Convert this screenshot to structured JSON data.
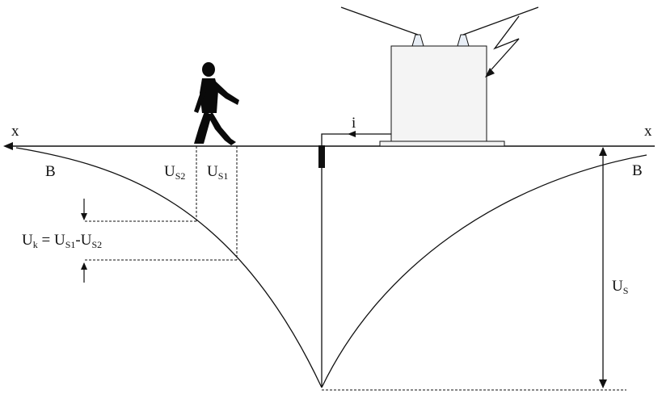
{
  "labels": {
    "axis_left": "x",
    "axis_right": "x",
    "point_left": "B",
    "point_right": "B",
    "current": "i",
    "us2": {
      "main": "U",
      "sub": "S2"
    },
    "us1": {
      "main": "U",
      "sub": "S1"
    },
    "uk": {
      "main": "U",
      "sub": "k",
      "eq": " = ",
      "term1_main": "U",
      "term1_sub": "S1",
      "dash": "-",
      "term2_main": "U",
      "term2_sub": "S2"
    },
    "us": {
      "main": "U",
      "sub": "S"
    }
  },
  "icons": {
    "person": "walking-person-icon",
    "transformer": "transformer-icon",
    "lightning": "lightning-bolt-icon",
    "electrode": "ground-electrode-icon"
  },
  "colors": {
    "line": "#111111",
    "transformer_fill": "#f4f4f4",
    "person": "#0a0a0a"
  }
}
